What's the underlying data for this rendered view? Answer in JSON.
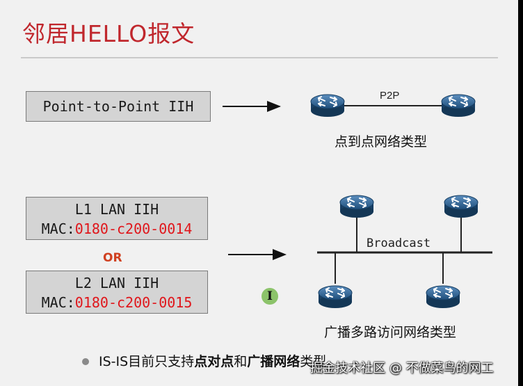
{
  "title": "邻居HELLO报文",
  "p2p_box": {
    "label": "Point-to-Point IIH"
  },
  "lan1_box": {
    "label": "L1 LAN IIH",
    "mac_prefix": "MAC:",
    "mac_value": "0180-c200-0014"
  },
  "or_label": "OR",
  "lan2_box": {
    "label": "L2 LAN IIH",
    "mac_prefix": "MAC:",
    "mac_value": "0180-c200-0015"
  },
  "p2p_diagram": {
    "link_label": "P2P",
    "caption": "点到点网络类型"
  },
  "broadcast_diagram": {
    "link_label": "Broadcast",
    "caption": "广播多路访问网络类型"
  },
  "bullet": {
    "prefix": "IS-IS目前只支持",
    "bold1": "点对点",
    "middle": "和",
    "bold2": "广播网络",
    "suffix": "类型"
  },
  "watermark": "掘金技术社区 @ 不做菜鸟的网工",
  "colors": {
    "title": "#c0272d",
    "mac": "#e0161b",
    "router": "#2d5f8a",
    "or": "#d04020"
  },
  "icons": {
    "router": "router-icon",
    "cursor": "text-cursor-icon"
  }
}
